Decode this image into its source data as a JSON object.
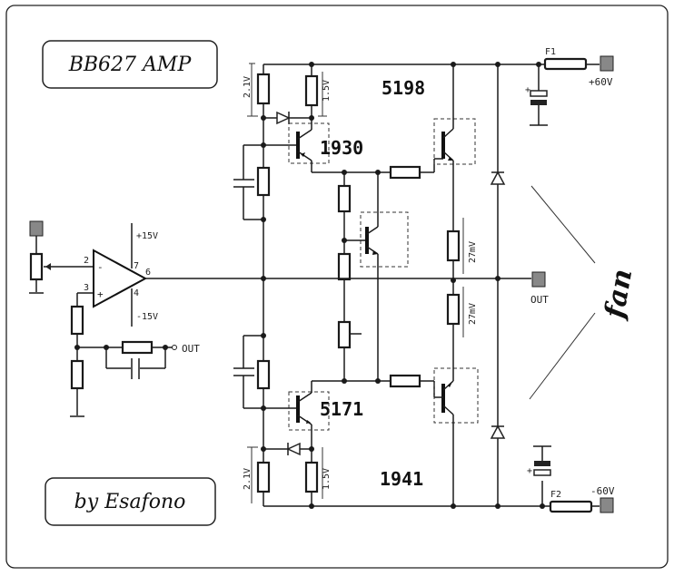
{
  "title": "BB627 AMP",
  "author": "by  Esafono",
  "transistors": {
    "q_top_driver": "1930",
    "q_top_output": "5198",
    "q_bottom_driver": "5171",
    "q_bottom_output": "1941"
  },
  "voltages": {
    "top_2v1": "2.1V",
    "top_1v5": "1.5V",
    "bottom_2v1": "2.1V",
    "bottom_1v5": "1.5V",
    "pos_supply": "+60V",
    "neg_supply": "-60V",
    "opamp_pos": "+15V",
    "opamp_neg": "-15V",
    "emitter_top": "27mV",
    "emitter_bottom": "27mV"
  },
  "fuses": {
    "f1": "F1",
    "f2": "F2"
  },
  "opamp_pins": {
    "p2": "2",
    "p3": "3",
    "p4": "4",
    "p6": "6",
    "p7": "7",
    "minus": "-",
    "plus": "+"
  },
  "outputs": {
    "main_out": "OUT",
    "feedback_out": "OUT"
  },
  "fan_label": "fan"
}
